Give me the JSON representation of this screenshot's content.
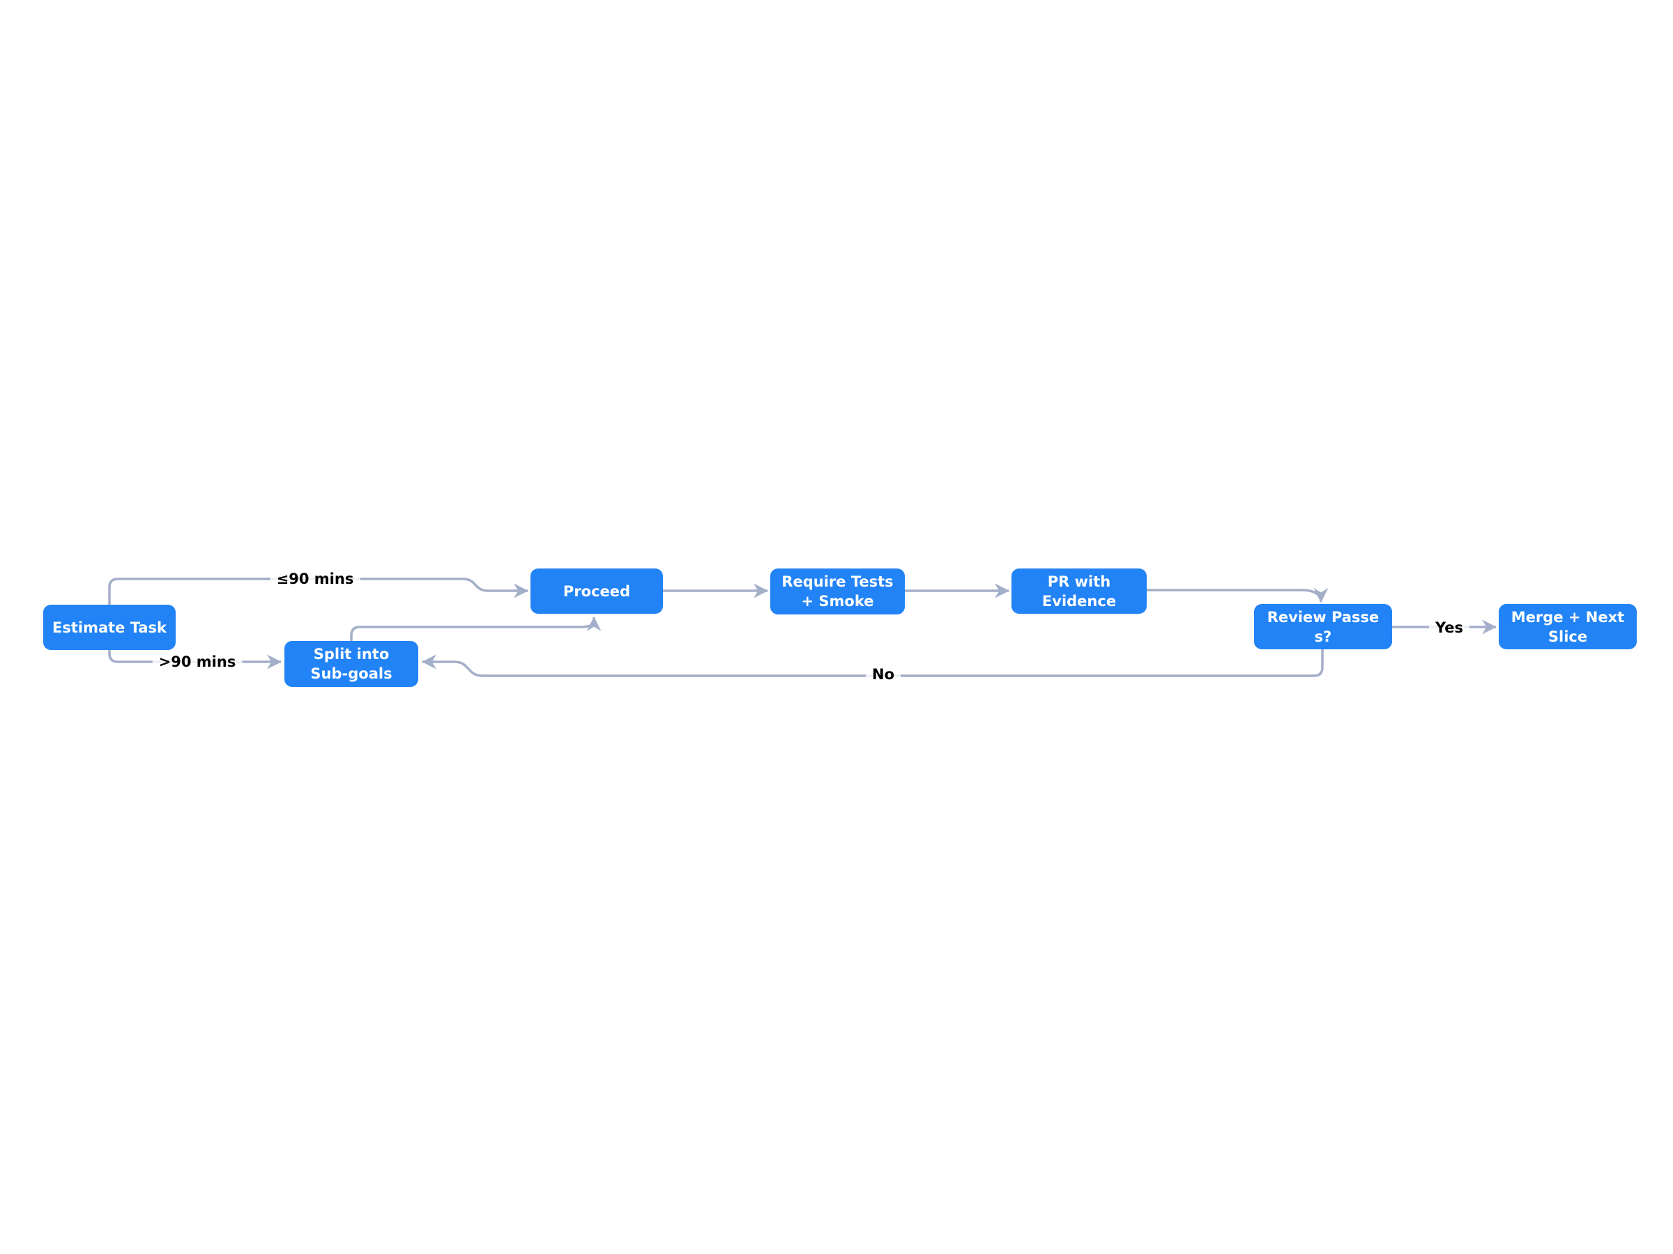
{
  "diagram": {
    "type": "flowchart",
    "direction": "left-to-right",
    "colors": {
      "background": "#ffffff",
      "node-fill": "#2183f6",
      "node-text-color": "#ffffff",
      "edge-color": "#a3aec8",
      "label-text-color": "#000000"
    },
    "nodes": [
      {
        "id": "estimate",
        "lines": [
          "Estimate Task"
        ]
      },
      {
        "id": "proceed",
        "lines": [
          "Proceed"
        ]
      },
      {
        "id": "require_tests",
        "lines": [
          "Require Tests",
          "+ Smoke"
        ]
      },
      {
        "id": "pr_evidence",
        "lines": [
          "PR with",
          "Evidence"
        ]
      },
      {
        "id": "review",
        "lines": [
          "Review Passe",
          "s?"
        ]
      },
      {
        "id": "merge",
        "lines": [
          "Merge + Next",
          "Slice"
        ]
      },
      {
        "id": "split",
        "lines": [
          "Split into",
          "Sub-goals"
        ]
      }
    ],
    "edges": [
      {
        "from": "estimate",
        "to": "proceed",
        "label": "≤90 mins"
      },
      {
        "from": "estimate",
        "to": "split",
        "label": ">90 mins"
      },
      {
        "from": "split",
        "to": "proceed",
        "label": ""
      },
      {
        "from": "proceed",
        "to": "require_tests",
        "label": ""
      },
      {
        "from": "require_tests",
        "to": "pr_evidence",
        "label": ""
      },
      {
        "from": "pr_evidence",
        "to": "review",
        "label": ""
      },
      {
        "from": "review",
        "to": "merge",
        "label": "Yes"
      },
      {
        "from": "review",
        "to": "split",
        "label": "No"
      }
    ]
  }
}
